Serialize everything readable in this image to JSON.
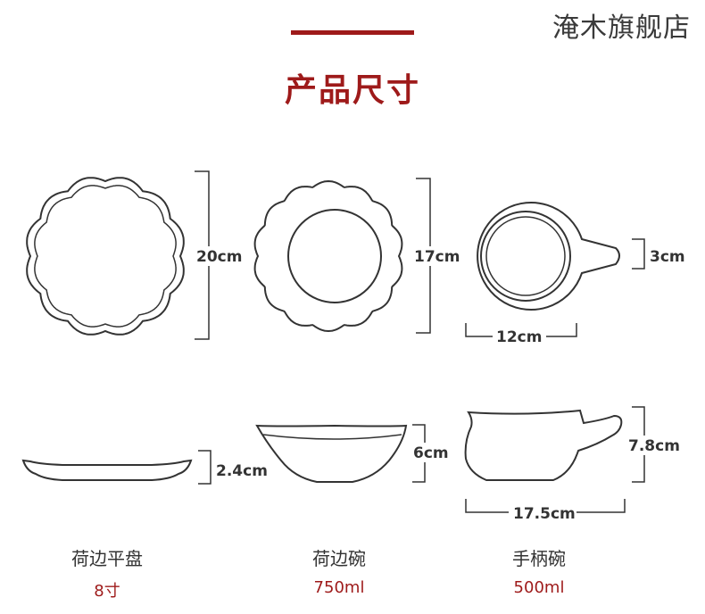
{
  "store_name": "淹木旗舰店",
  "section_title": "产品尺寸",
  "dimensions": {
    "plate_diameter": "20cm",
    "bowl_diameter": "17cm",
    "handle_bowl_handle": "3cm",
    "handle_bowl_diameter": "12cm",
    "plate_height": "2.4cm",
    "bowl_height": "6cm",
    "handle_bowl_height": "7.8cm",
    "handle_bowl_length": "17.5cm"
  },
  "products": [
    {
      "name": "荷边平盘",
      "spec": "8寸"
    },
    {
      "name": "荷边碗",
      "spec": "750ml"
    },
    {
      "name": "手柄碗",
      "spec": "500ml"
    }
  ],
  "colors": {
    "accent": "#9e1a1a",
    "text": "#333333"
  }
}
